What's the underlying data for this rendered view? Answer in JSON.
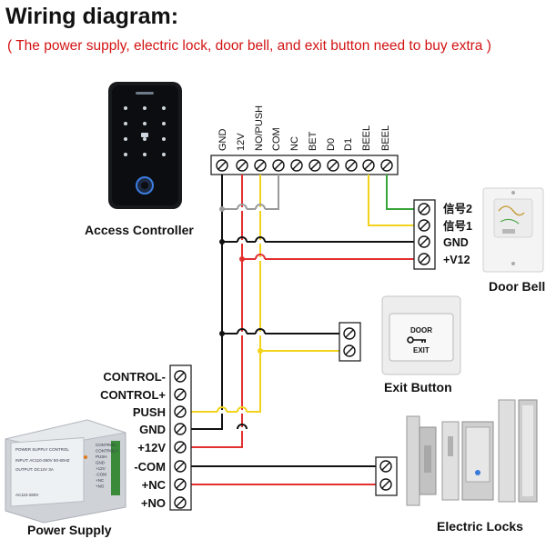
{
  "title": "Wiring diagram:",
  "subtitle": "( The power supply, electric lock, door bell, and exit button need to buy extra )",
  "captions": {
    "access_controller": "Access Controller",
    "door_bell": "Door Bell",
    "exit_button": "Exit Button",
    "power_supply": "Power Supply",
    "electric_locks": "Electric Locks"
  },
  "controller_terminals": [
    "GND",
    "12V",
    "NO/PUSH",
    "COM",
    "NC",
    "BET",
    "D0",
    "D1",
    "BEEL",
    "BEEL"
  ],
  "doorbell_terminals": [
    "信号2",
    "信号1",
    "GND",
    "+V12"
  ],
  "psu_terminals": [
    "CONTROL-",
    "CONTROL+",
    "PUSH",
    "GND",
    "+12V",
    "-COM",
    "+NC",
    "+NO"
  ],
  "psu_label": {
    "header": "POWER SUPPLY CONTROL",
    "input": "INPUT: AC110-260V 50-60HZ",
    "output": "OUTPUT: DC12V 3A",
    "ac": "AC110-260V",
    "side_labels": [
      "CONTROL-",
      "CONTROL+",
      "PUSH",
      "GND",
      "+12V",
      "-COM",
      "+NC",
      "+NO"
    ]
  },
  "exit_plate": {
    "top": "DOOR",
    "bottom": "EXIT"
  },
  "wire_colors": {
    "gnd": "#111111",
    "v12": "#e23030",
    "push": "#f2d21a",
    "com": "#999999",
    "bell": "#3aa53a"
  }
}
